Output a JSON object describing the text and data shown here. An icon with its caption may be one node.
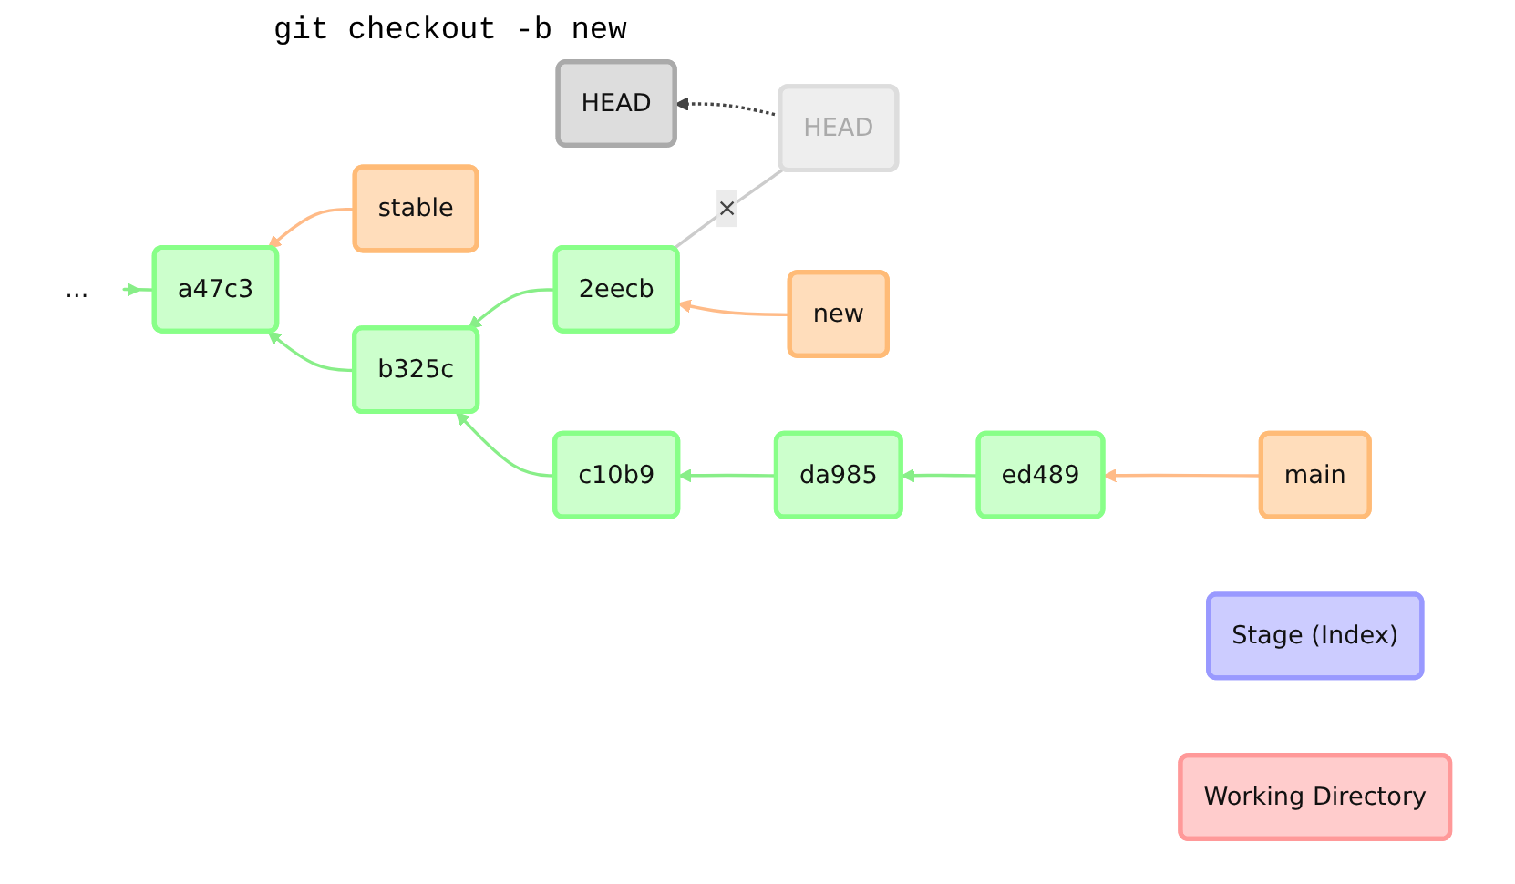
{
  "diagram": {
    "title": "git checkout -b new",
    "nodes": [
      {
        "text": [
          "HEAD"
        ]
      },
      {
        "text": [
          "HEAD"
        ]
      },
      {
        "text": [
          "new"
        ]
      },
      {
        "text": [
          "stable"
        ]
      },
      {
        "text": [
          "2eecb"
        ]
      },
      {
        "text": [
          "main"
        ]
      },
      {
        "text": [
          "..."
        ]
      },
      {
        "text": [
          "a47c3"
        ]
      },
      {
        "text": [
          "b325c"
        ]
      },
      {
        "text": [
          "c10b9"
        ]
      },
      {
        "text": [
          "da985"
        ]
      },
      {
        "text": [
          "ed489"
        ]
      },
      {
        "text": [
          "Stage (Index)"
        ]
      },
      {
        "text": [
          "Working Directory"
        ]
      }
    ],
    "edges": [
      {
        "from": 0,
        "to": 1,
        "arrow": "to",
        "style": "dashed",
        "color": "#444444"
      },
      {
        "from": 0,
        "to": 4,
        "arrow": "none",
        "label": "×",
        "color": "#cccccc"
      },
      {
        "from": 2,
        "to": 4,
        "arrow": "to",
        "color": "#ffbb88"
      },
      {
        "from": 3,
        "to": 7,
        "arrow": "to",
        "color": "#ffbb88"
      },
      {
        "from": 5,
        "to": 11,
        "arrow": "to",
        "color": "#ffbb88"
      },
      {
        "from": 4,
        "to": 8,
        "arrow": "to"
      },
      {
        "from": 7,
        "to": 6,
        "arrow": "to"
      },
      {
        "from": 8,
        "to": 7,
        "arrow": "to"
      },
      {
        "from": 9,
        "to": 8,
        "arrow": "to"
      },
      {
        "from": 10,
        "to": 9,
        "arrow": "to"
      },
      {
        "from": 11,
        "to": 10,
        "arrow": "to"
      }
    ]
  }
}
